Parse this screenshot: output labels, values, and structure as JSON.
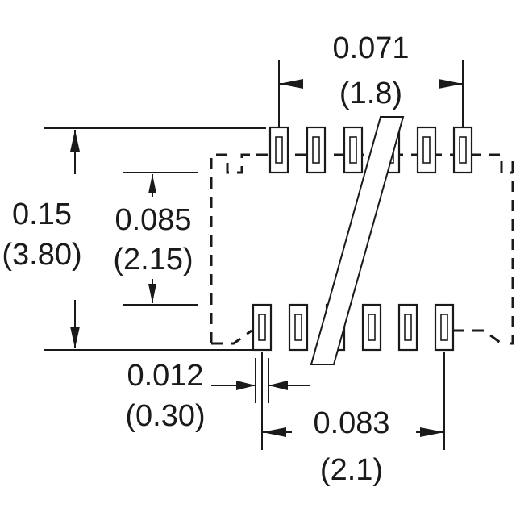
{
  "dimensions": {
    "top_pitch_span": {
      "inch": "0.071",
      "mm": "(1.8)"
    },
    "overall_height": {
      "inch": "0.15",
      "mm": "(3.80)"
    },
    "body_height": {
      "inch": "0.085",
      "mm": "(2.15)"
    },
    "lead_width": {
      "inch": "0.012",
      "mm": "(0.30)"
    },
    "bottom_pitch_span": {
      "inch": "0.083",
      "mm": "(2.1)"
    }
  }
}
